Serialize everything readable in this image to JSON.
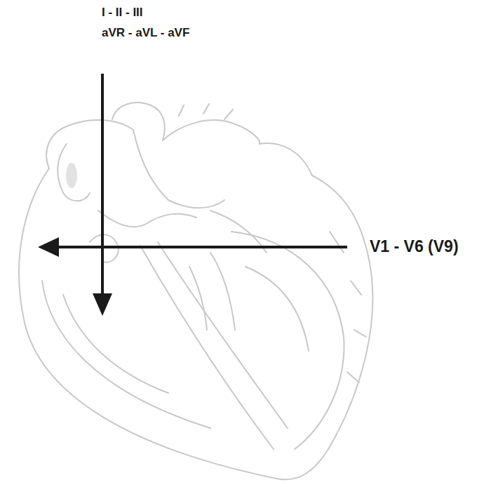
{
  "diagram": {
    "labels": [
      "I - II - III",
      "aVR - aVL - aVF",
      "V1 - V6 (V9)"
    ]
  }
}
